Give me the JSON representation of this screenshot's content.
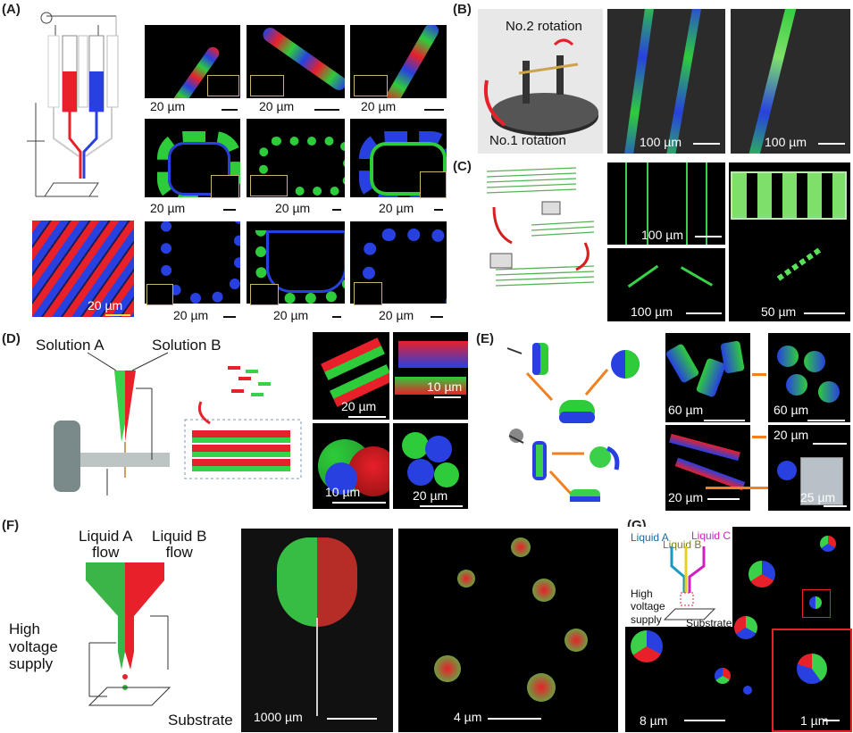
{
  "panels": {
    "A": {
      "label": "(A)",
      "scalebars": [
        "20 µm",
        "20 µm",
        "20 µm",
        "20 µm",
        "20 µm",
        "20 µm",
        "20 µm",
        "20 µm",
        "20 µm",
        "20 µm"
      ]
    },
    "B": {
      "label": "(B)",
      "rotation2": "No.2 rotation",
      "rotation1": "No.1 rotation",
      "scalebars": [
        "100 µm",
        "100 µm"
      ]
    },
    "C": {
      "label": "(C)",
      "scalebars": [
        "100 µm",
        "100 µm",
        "50 µm"
      ]
    },
    "D": {
      "label": "(D)",
      "solutionA": "Solution A",
      "solutionB": "Solution B",
      "scalebars": [
        "20 µm",
        "10 µm",
        "10 µm",
        "20 µm"
      ]
    },
    "E": {
      "label": "(E)",
      "scalebars": [
        "60 µm",
        "60 µm",
        "20 µm",
        "20 µm",
        "25 µm"
      ]
    },
    "F": {
      "label": "(F)",
      "liquidA": "Liquid A",
      "liquidA2": "flow",
      "liquidB": "Liquid B",
      "liquidB2": "flow",
      "hv1": "High",
      "hv2": "voltage",
      "hv3": "supply",
      "substrate": "Substrate",
      "scalebars": [
        "1000 µm",
        "4 µm"
      ]
    },
    "G": {
      "label": "(G)",
      "liquidA": "Liquid A",
      "liquidB": "Liquid B",
      "liquidC": "Liquid C",
      "hv1": "High",
      "hv2": "voltage",
      "hv3": "supply",
      "substrate": "Substrate",
      "scalebars": [
        "8 µm",
        "1 µm"
      ]
    }
  },
  "colors": {
    "red": "#e8202a",
    "green": "#2ecc3a",
    "blue": "#2840e0",
    "darkbg": "#000000"
  }
}
